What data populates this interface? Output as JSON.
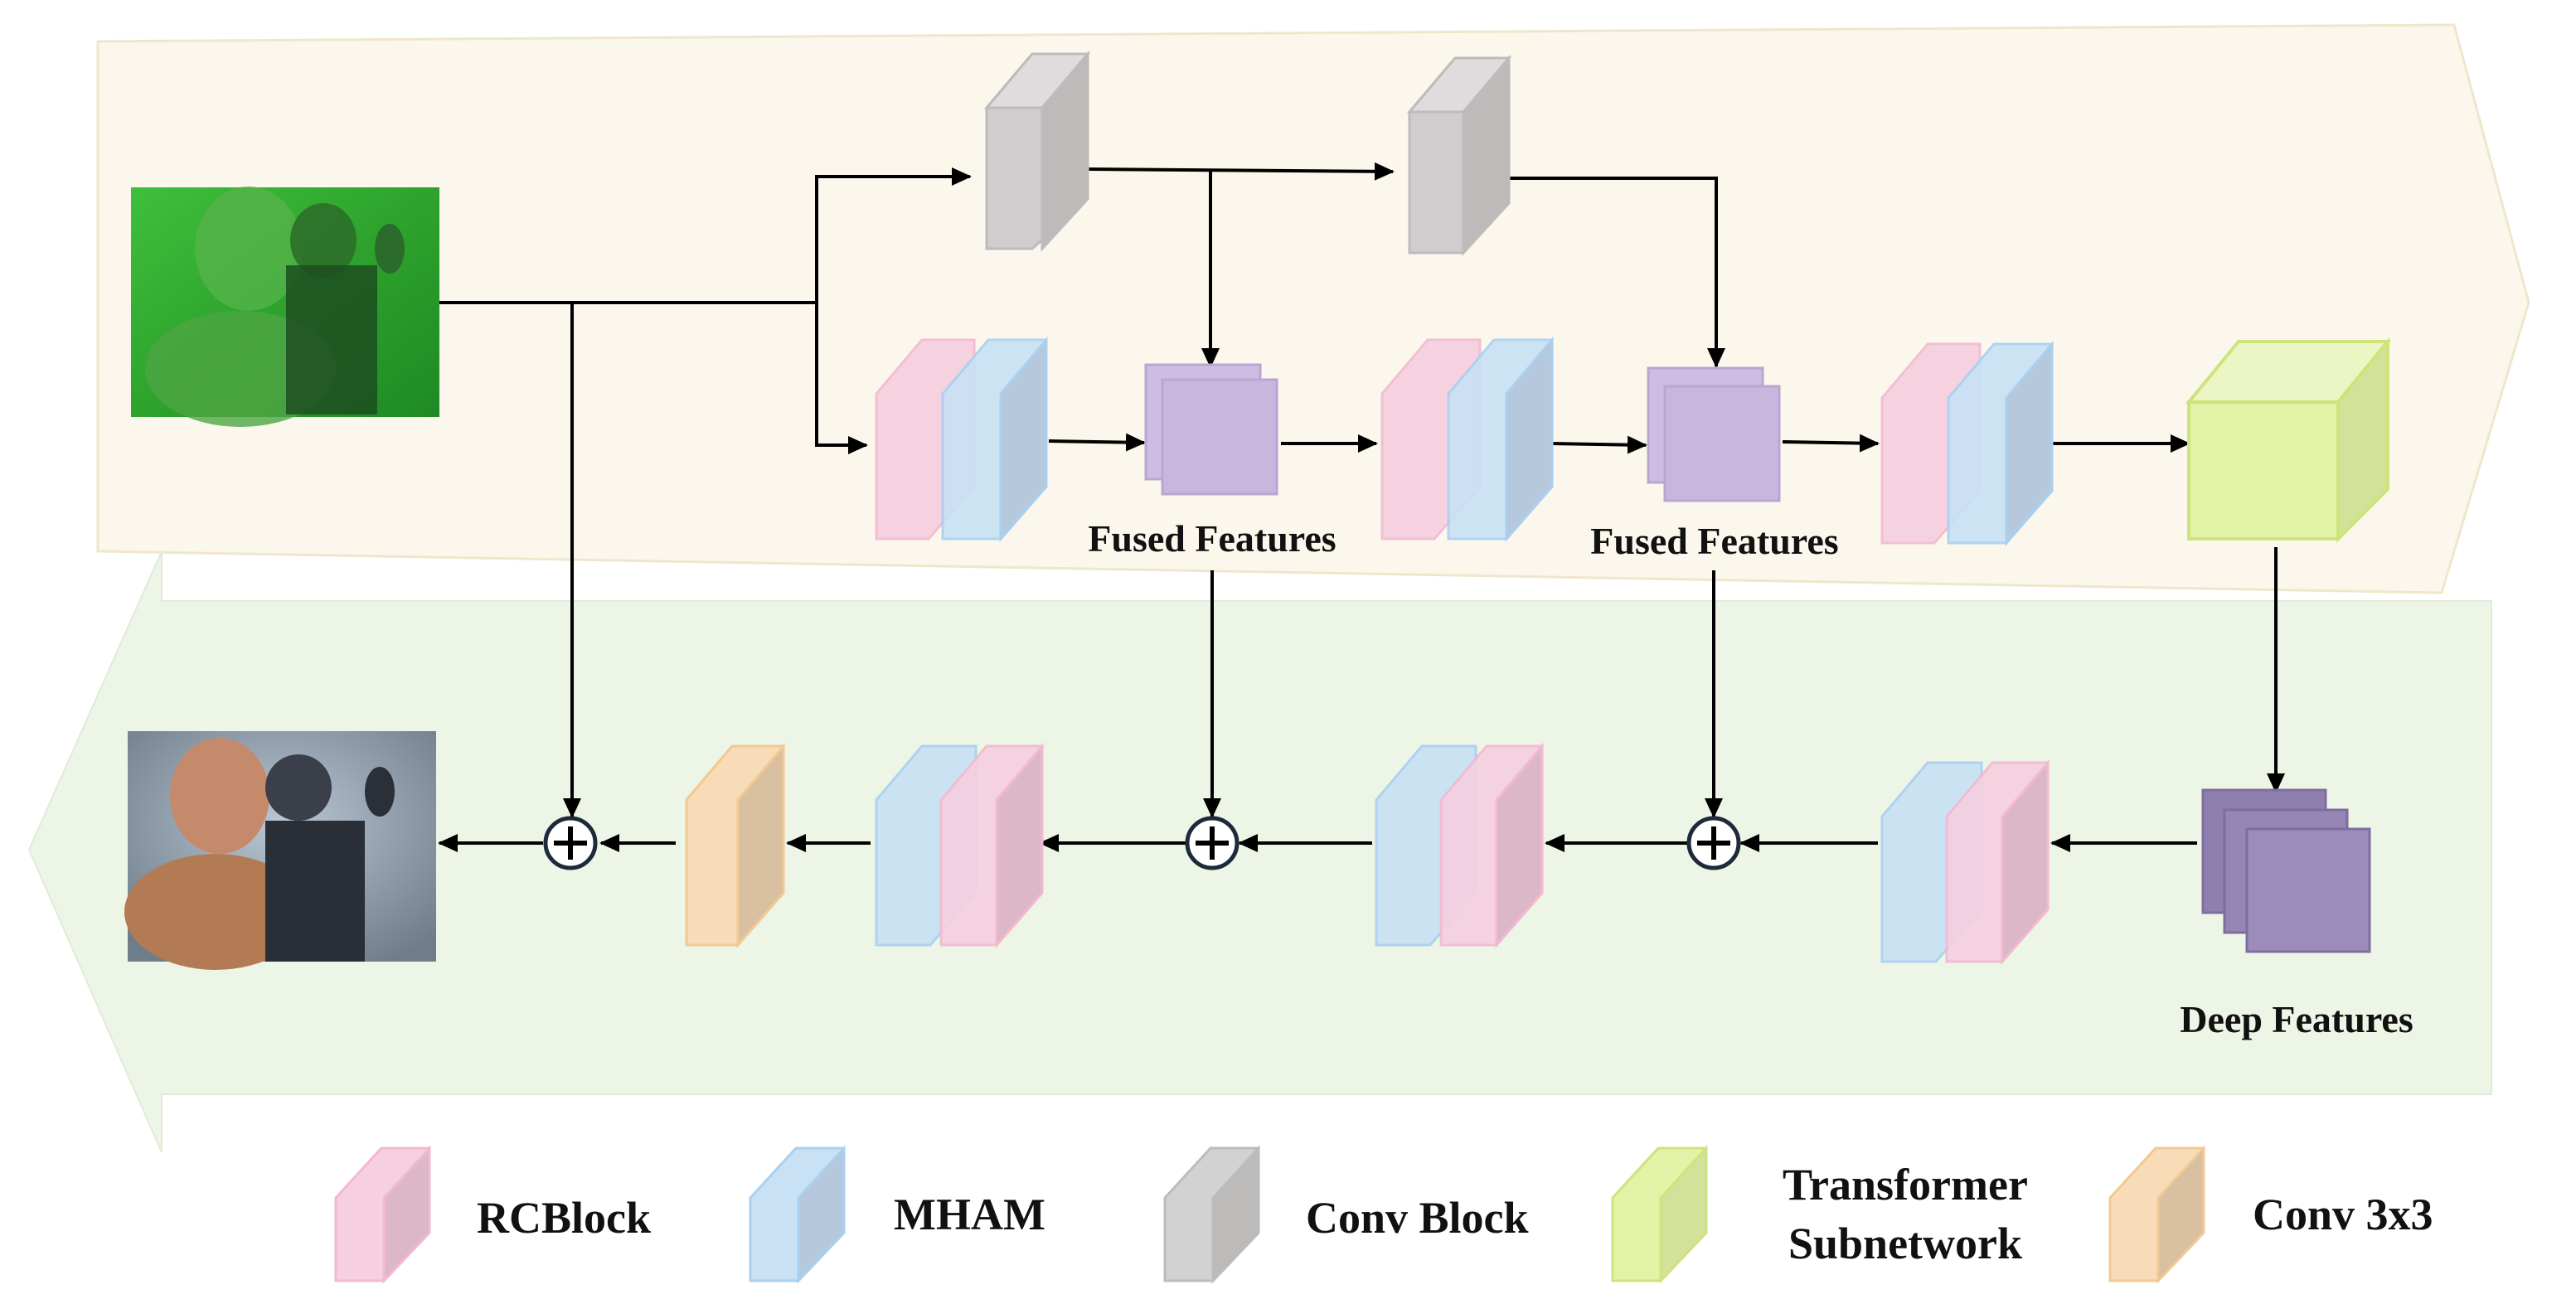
{
  "labels": {
    "fused_features_1": "Fused Features",
    "fused_features_2": "Fused Features",
    "deep_features": "Deep Features"
  },
  "legend": [
    {
      "key": "rcblock",
      "label": "RCBlock",
      "color": "#f6cfe0"
    },
    {
      "key": "mham",
      "label": "MHAM",
      "color": "#c8e1f5"
    },
    {
      "key": "conv_block",
      "label": "Conv Block",
      "color": "#d3d2d2"
    },
    {
      "key": "transformer",
      "label_line1": "Transformer",
      "label_line2": "Subnetwork",
      "color": "#e2f3a8"
    },
    {
      "key": "conv3x3",
      "label": "Conv 3x3",
      "color": "#f8dcb8"
    }
  ],
  "colors": {
    "encoder_band": "#fbf7ec",
    "decoder_band": "#edf5e6",
    "rcblock": "#f6cfe0",
    "mham": "#c8e1f5",
    "conv_block": "#d3d2d2",
    "transformer": "#e2f3a8",
    "conv3x3": "#f8dcb8",
    "features": "#c9b6dd",
    "deep_features": "#8e7fae",
    "arrow": "#000000"
  },
  "icons": {
    "add": "circled-plus-icon",
    "input_image": "underwater-input-image",
    "output_image": "enhanced-output-image"
  }
}
